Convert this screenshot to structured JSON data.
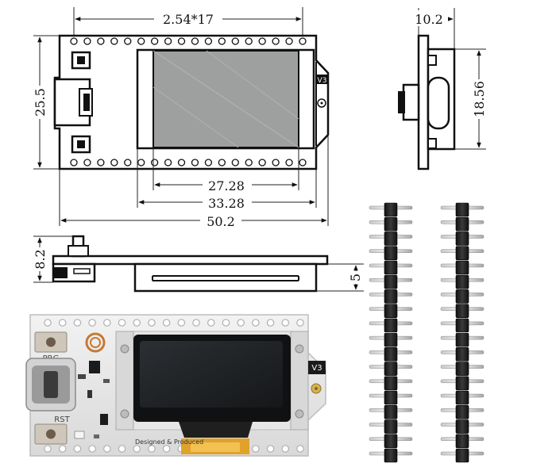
{
  "top_view": {
    "pin_pitch_label": "2.54*17",
    "height_label": "25.5",
    "screen_inner_label": "27.28",
    "screen_outer_label": "33.28",
    "length_label": "50.2",
    "version_label": "V3"
  },
  "side_view_right": {
    "thickness_label": "10.2",
    "height_label": "18.56"
  },
  "front_side_view": {
    "total_height_label": "8.2",
    "screen_height_label": "5"
  },
  "photo": {
    "prg_label": "PRG",
    "rst_label": "RST",
    "version_label": "V3",
    "credit_text": "Designed & Produced"
  },
  "pin_headers": {
    "count": 2,
    "pins_per_header": 18
  }
}
